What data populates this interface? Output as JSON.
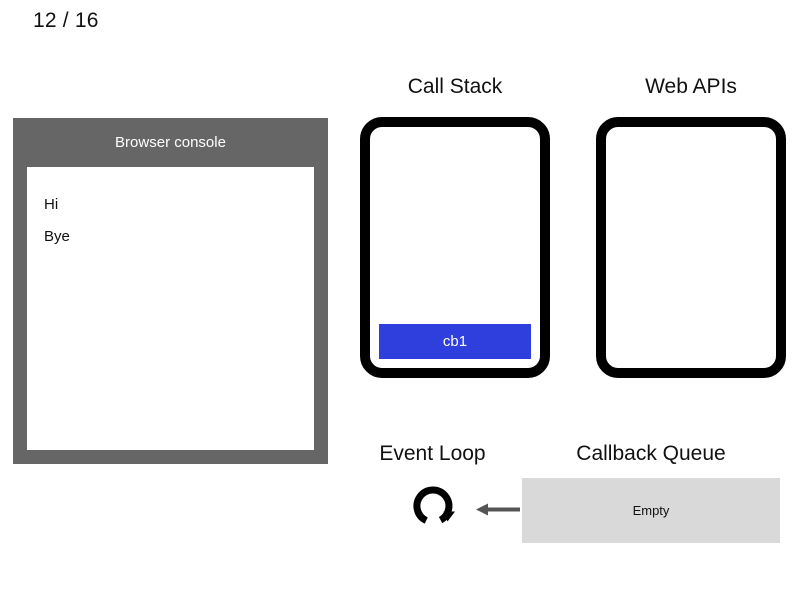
{
  "slide": {
    "counter": "12 / 16"
  },
  "console": {
    "title": "Browser console",
    "lines": [
      "Hi",
      "Bye"
    ]
  },
  "call_stack": {
    "title": "Call Stack",
    "frames": [
      {
        "label": "cb1",
        "color": "#2f3fdd"
      }
    ]
  },
  "web_apis": {
    "title": "Web APIs",
    "items": []
  },
  "event_loop": {
    "title": "Event Loop",
    "icon": "circular-arrow-icon",
    "arrow_icon": "arrow-left-icon"
  },
  "callback_queue": {
    "title": "Callback Queue",
    "empty_label": "Empty",
    "items": []
  },
  "colors": {
    "console_frame": "#666666",
    "stack_border": "#000000",
    "frame_blue": "#2f3fdd",
    "queue_grey": "#d9d9d9",
    "arrow_grey": "#555555",
    "background": "#ffffff"
  }
}
